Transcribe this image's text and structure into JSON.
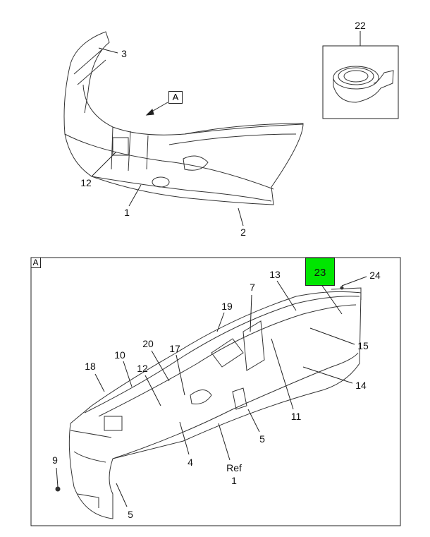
{
  "top_view": {
    "callouts": {
      "c3": "3",
      "c12": "12",
      "c1": "1",
      "c2": "2",
      "c22": "22"
    },
    "view_ref": "A"
  },
  "detail_view": {
    "frame_label": "A",
    "highlight": {
      "label": "23",
      "color": "#00e600"
    },
    "callouts": {
      "c24": "24",
      "c13": "13",
      "c7": "7",
      "c19": "19",
      "c15": "15",
      "c14": "14",
      "c20": "20",
      "c17": "17",
      "c10": "10",
      "c12": "12",
      "c18": "18",
      "c11": "11",
      "c5a": "5",
      "c4": "4",
      "ref": "Ref",
      "ref1": "1",
      "c9": "9",
      "c5b": "5"
    }
  }
}
